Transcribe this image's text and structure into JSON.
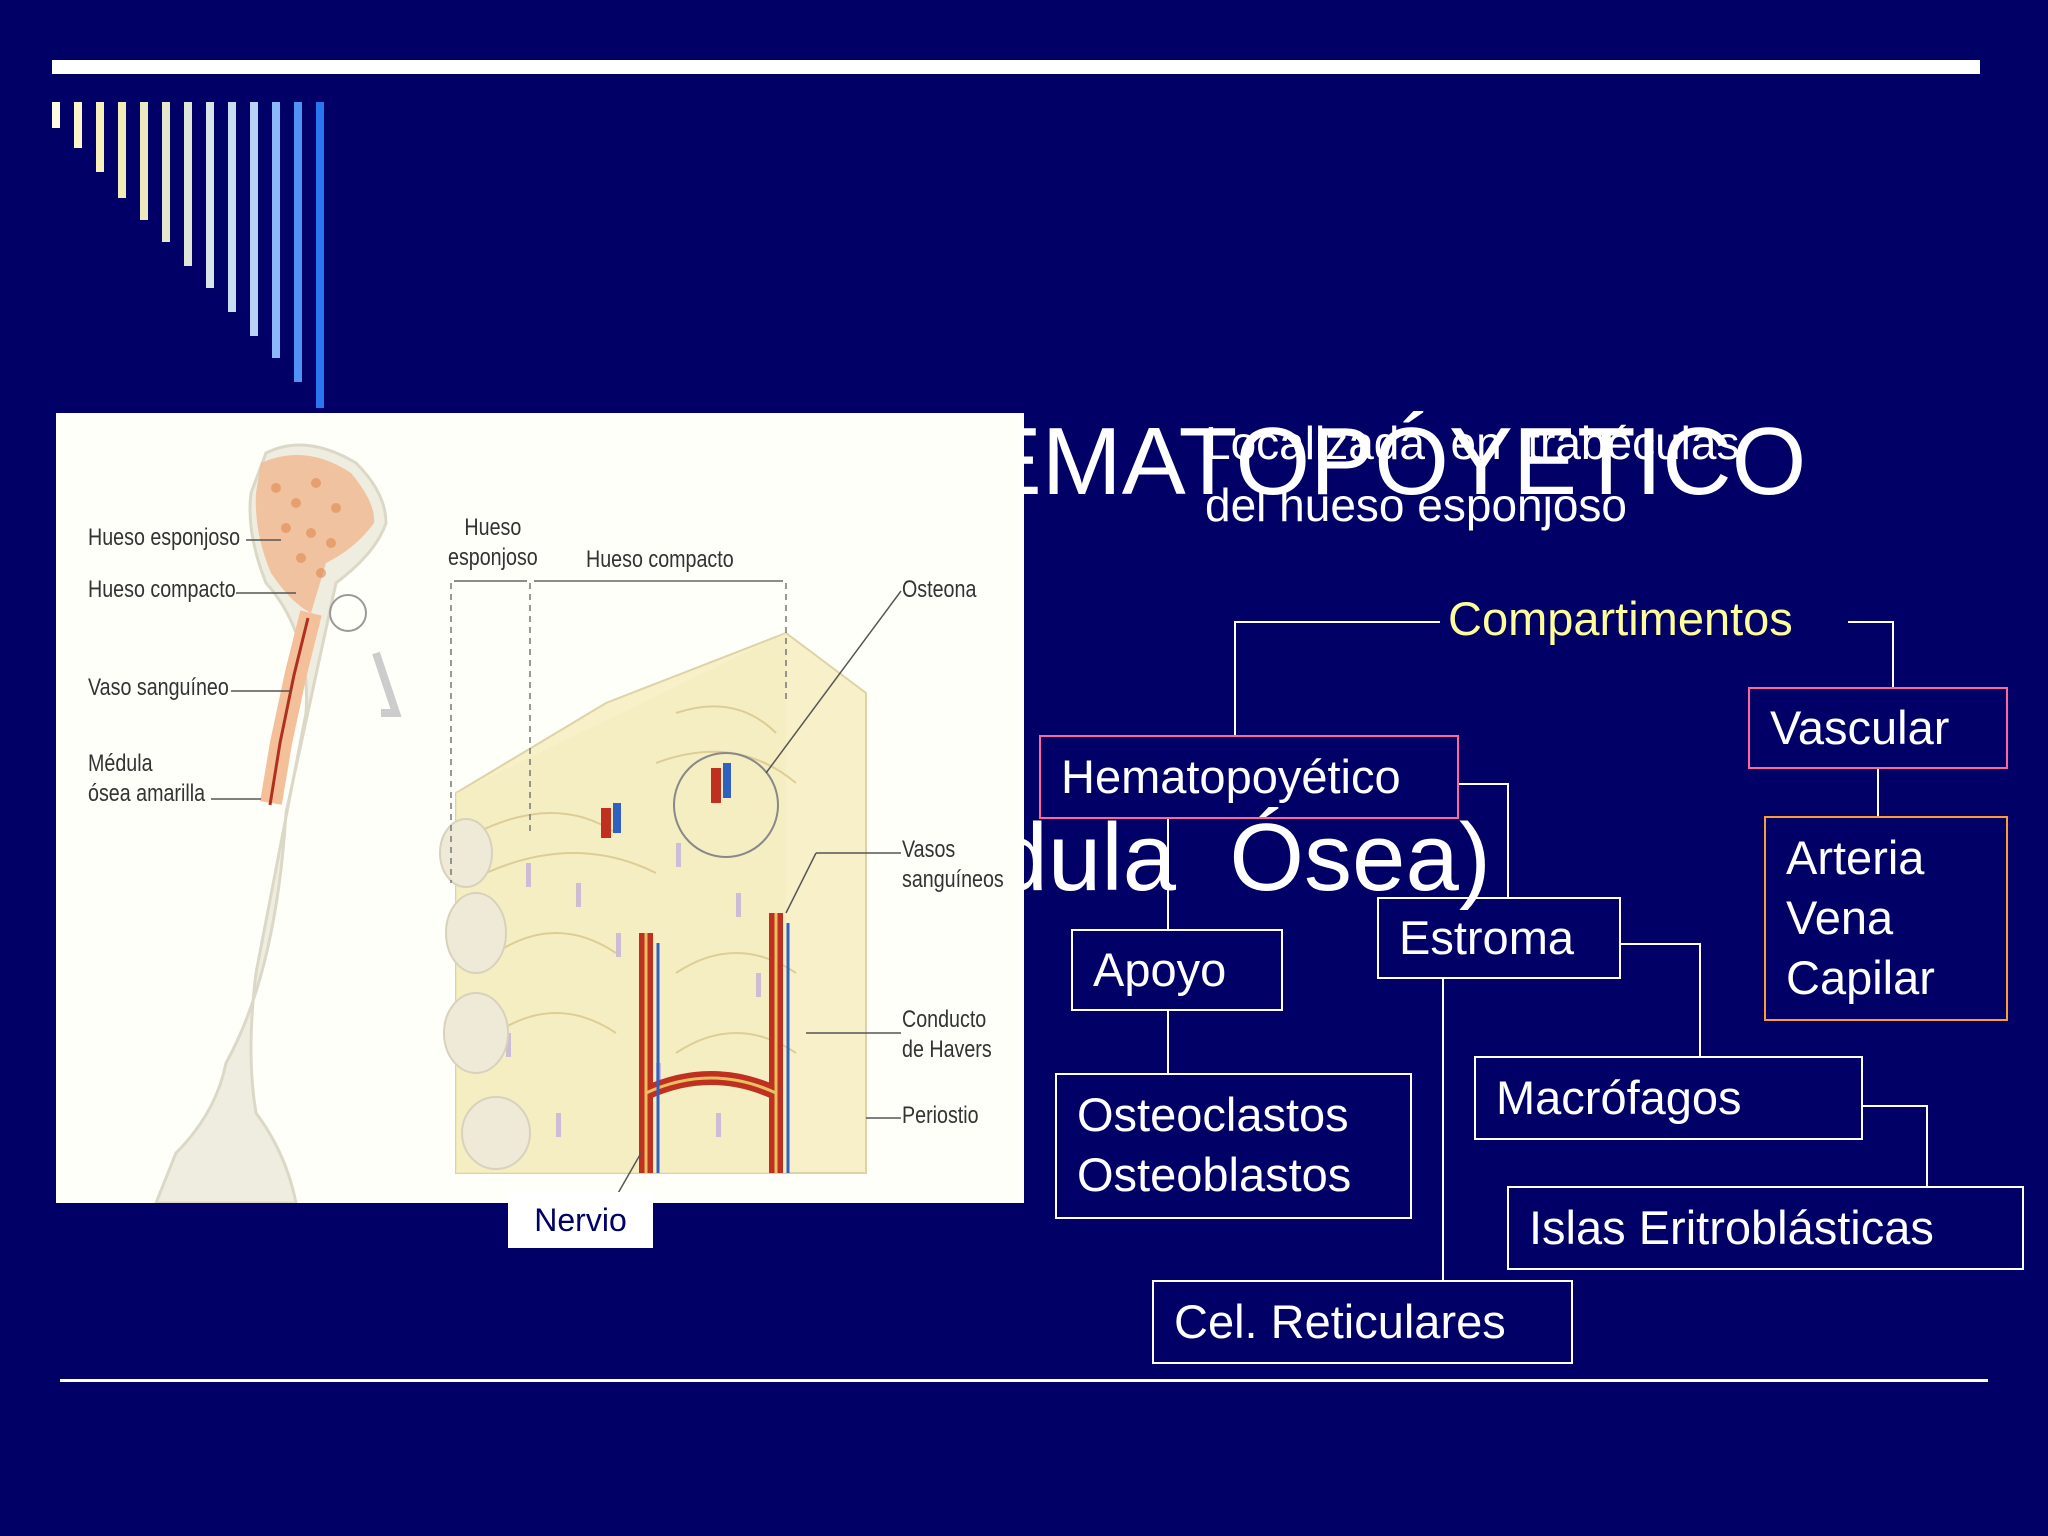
{
  "slide": {
    "title_line1": "TEJIDO  HEMATOPÓYETICO",
    "title_line2": "(Medula  Ósea)",
    "intro_line1": "Localizada  en  trabéculas",
    "intro_line2": "del hueso esponjoso"
  },
  "figure": {
    "labels": {
      "hueso_esponjoso_left": "Hueso esponjoso",
      "hueso_compacto_left": "Hueso compacto",
      "vaso_sanguineo": "Vaso sanguíneo",
      "medula_line1": "Médula",
      "medula_line2": "ósea amarilla",
      "hueso_esponjoso_top": "Hueso\nesponjoso",
      "hueso_compacto_top": "Hueso compacto",
      "osteona": "Osteona",
      "vasos_sanguineos": "Vasos\nsanguíneos",
      "conducto_havers": "Conducto\nde Havers",
      "periostio": "Periostio"
    },
    "nervio": "Nervio"
  },
  "diagram": {
    "root": "Compartimentos",
    "hematopoyetico": "Hematopoyético",
    "vascular": "Vascular",
    "vascular_items": [
      "Arteria",
      "Vena",
      "Capilar"
    ],
    "apoyo": "Apoyo",
    "apoyo_items": [
      "Osteoclastos",
      "Osteoblastos"
    ],
    "estroma": "Estroma",
    "macrofagos": "Macrófagos",
    "islas": "Islas Eritroblásticas",
    "reticulares": "Cel. Reticulares"
  },
  "colors": {
    "background": "#000066",
    "root_label": "#ffff99",
    "hematopoyetico_border": "#ff6699",
    "vascular_border": "#ff6699",
    "vascular_items_border": "#ff9933"
  }
}
